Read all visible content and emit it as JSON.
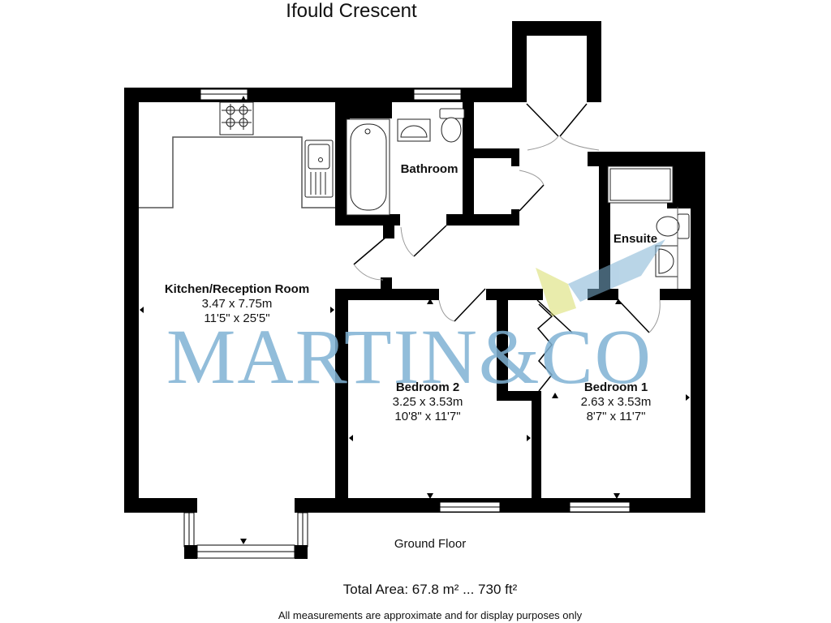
{
  "title": "Ifould Crescent",
  "floor_label": "Ground Floor",
  "total_area": "Total Area: 67.8 m² ... 730 ft²",
  "disclaimer": "All measurements are approximate and for display purposes only",
  "watermark": "MARTIN&CO",
  "colors": {
    "wall": "#000000",
    "watermark": "#7fb2d4",
    "door_arc": "#999999"
  },
  "rooms": [
    {
      "name": "Kitchen/Reception Room",
      "metric": "3.47 x 7.75m",
      "imperial": "11'5\" x 25'5\""
    },
    {
      "name": "Bathroom"
    },
    {
      "name": "Ensuite"
    },
    {
      "name": "Bedroom 2",
      "metric": "3.25 x 3.53m",
      "imperial": "10'8\" x 11'7\""
    },
    {
      "name": "Bedroom 1",
      "metric": "2.63 x 3.53m",
      "imperial": "8'7\" x 11'7\""
    }
  ]
}
